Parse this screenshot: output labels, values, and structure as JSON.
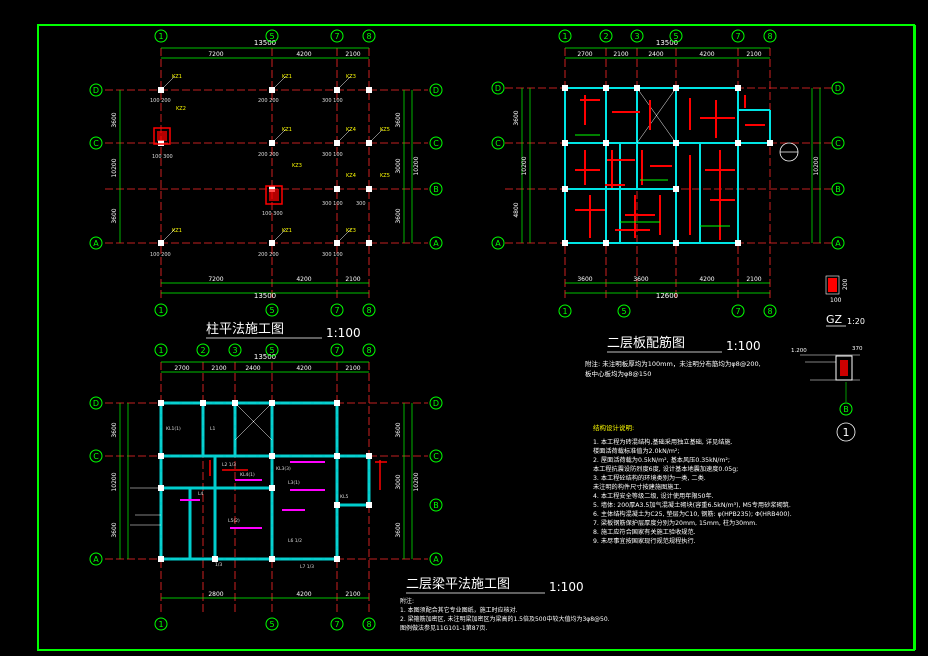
{
  "plans": {
    "column": {
      "title": "柱平法施工图",
      "scale": "1:100",
      "total_top": "13500",
      "total_bottom": "13500",
      "spans": [
        "7200",
        "4200",
        "2100"
      ],
      "row_spans": [
        "3600",
        "3000",
        "3600"
      ],
      "total_side": "10200",
      "grid_x": [
        "1",
        "5",
        "7",
        "8"
      ],
      "grid_y": [
        "D",
        "C",
        "B",
        "A"
      ],
      "column_labels": [
        "KZ1",
        "KZ2",
        "KZ3",
        "KZ4",
        "KZ5"
      ]
    },
    "slab": {
      "title": "二层板配筋图",
      "scale": "1:100",
      "total_top": "13500",
      "total_bottom": "12600",
      "spans": [
        "2700",
        "2100",
        "2400",
        "4200",
        "2100"
      ],
      "bottom_spans": [
        "3600",
        "3600",
        "4200",
        "2100"
      ],
      "side_spans": [
        "3600",
        "4800"
      ],
      "total_side": "10200",
      "grid_x": [
        "1",
        "2",
        "3",
        "5",
        "7",
        "8"
      ],
      "grid_y": [
        "D",
        "C",
        "B",
        "A"
      ],
      "note_line1": "附注: 未注明板厚均为100mm，未注明分布筋均为φ8@200,",
      "note_line2": "板中心板均为φ8@150"
    },
    "beam": {
      "title": "二层梁平法施工图",
      "scale": "1:100",
      "total_top": "13500",
      "spans": [
        "2700",
        "2100",
        "2400",
        "4200",
        "2100"
      ],
      "bottom_spans": [
        "2800",
        "4200",
        "2100"
      ],
      "side_spans": [
        "3600",
        "3000",
        "3600"
      ],
      "total_side": "10200",
      "grid_x": [
        "1",
        "2",
        "3",
        "5",
        "7",
        "8"
      ],
      "grid_y": [
        "D",
        "C",
        "B",
        "A"
      ],
      "note_title": "附注:",
      "note_line1": "1. 本图须配合其它专业图纸，施工时应核对.",
      "note_line2": "2. 梁箍筋加密区, 未注明梁加密区为梁高的1.5倍及500中较大值均为3φ8@50.",
      "note_line3": "图例做法参见11G101-1第87页."
    }
  },
  "detail": {
    "gz_label": "GZ",
    "gz_scale": "1:20",
    "gz_dims": [
      "200",
      "100"
    ],
    "section_label": "1",
    "section_grid": "B",
    "section_dims": [
      "1.200",
      "370"
    ]
  },
  "design_notes": {
    "title": "结构设计说明:",
    "lines": [
      "1. 本工程为砖混结构,基础采用独立基础, 详见结施.",
      "   楼面活荷载标准值为2.0kN/m²;",
      "2. 屋面活荷载为0.5kN/m², 基本风压0.35kN/m²;",
      "   本工程抗震设防烈度6度, 设计基本地震加速度0.05g;",
      "3. 本工程砼结构的环境类别为一类, 二类.",
      "   未注明的构件尺寸按建施图施工.",
      "4. 本工程安全等级二级, 设计使用年限50年.",
      "5. 墙体: 200厚A3.5加气混凝土砌块(容重6.5kN/m³), M5专用砂浆砌筑.",
      "6. 主体结构混凝土为C25, 垫层为C10, 钢筋: φ(HPB235); Φ(HRB400).",
      "7. 梁板钢筋保护层厚度分别为20mm, 15mm, 柱为30mm.",
      "8. 施工应符合国家有关施工验收规范.",
      "9. 未尽事宜按国家现行规范规程执行."
    ]
  },
  "colors": {
    "frame": "#00ff00",
    "axis": "#00ff00",
    "dim": "#00ff00",
    "grid_line": "#ff2a2a",
    "beam": "#00e5e5",
    "column": "#ffffff",
    "rebar": "#ff0000",
    "wall": "#00cccc",
    "text": "#ffffff",
    "label": "#ffff00",
    "magenta": "#ff00ff"
  }
}
